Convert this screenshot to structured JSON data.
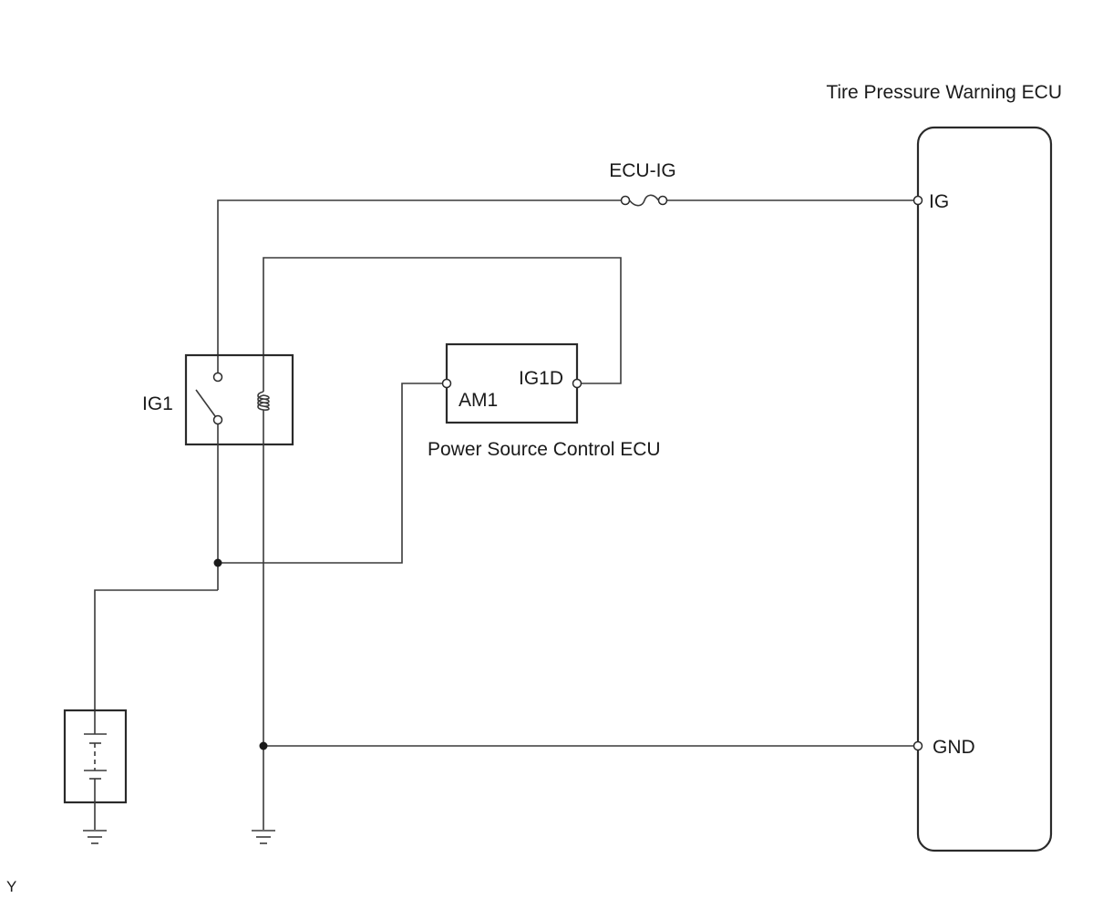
{
  "labels": {
    "tpw_ecu_name": "Tire Pressure Warning ECU",
    "tpw_ig_terminal": "IG",
    "tpw_gnd_terminal": "GND",
    "fuse_name": "ECU-IG",
    "relay_name": "IG1",
    "psc_ecu_name": "Power Source Control ECU",
    "psc_am1_terminal": "AM1",
    "psc_ig1d_terminal": "IG1D",
    "figure_code": "Y"
  },
  "colors": {
    "wire": "#3a3a3a",
    "component_outline": "#2a2a2a",
    "text": "#1a1a1a",
    "background": "#ffffff"
  },
  "components": [
    {
      "name": "tire-pressure-warning-ecu",
      "terminals": [
        "IG",
        "GND"
      ]
    },
    {
      "name": "power-source-control-ecu",
      "terminals": [
        "AM1",
        "IG1D"
      ]
    },
    {
      "name": "ig1-relay",
      "parts": [
        "switch",
        "coil"
      ]
    },
    {
      "name": "ecu-ig-fuse"
    },
    {
      "name": "battery"
    },
    {
      "name": "ground",
      "count": 2
    }
  ]
}
